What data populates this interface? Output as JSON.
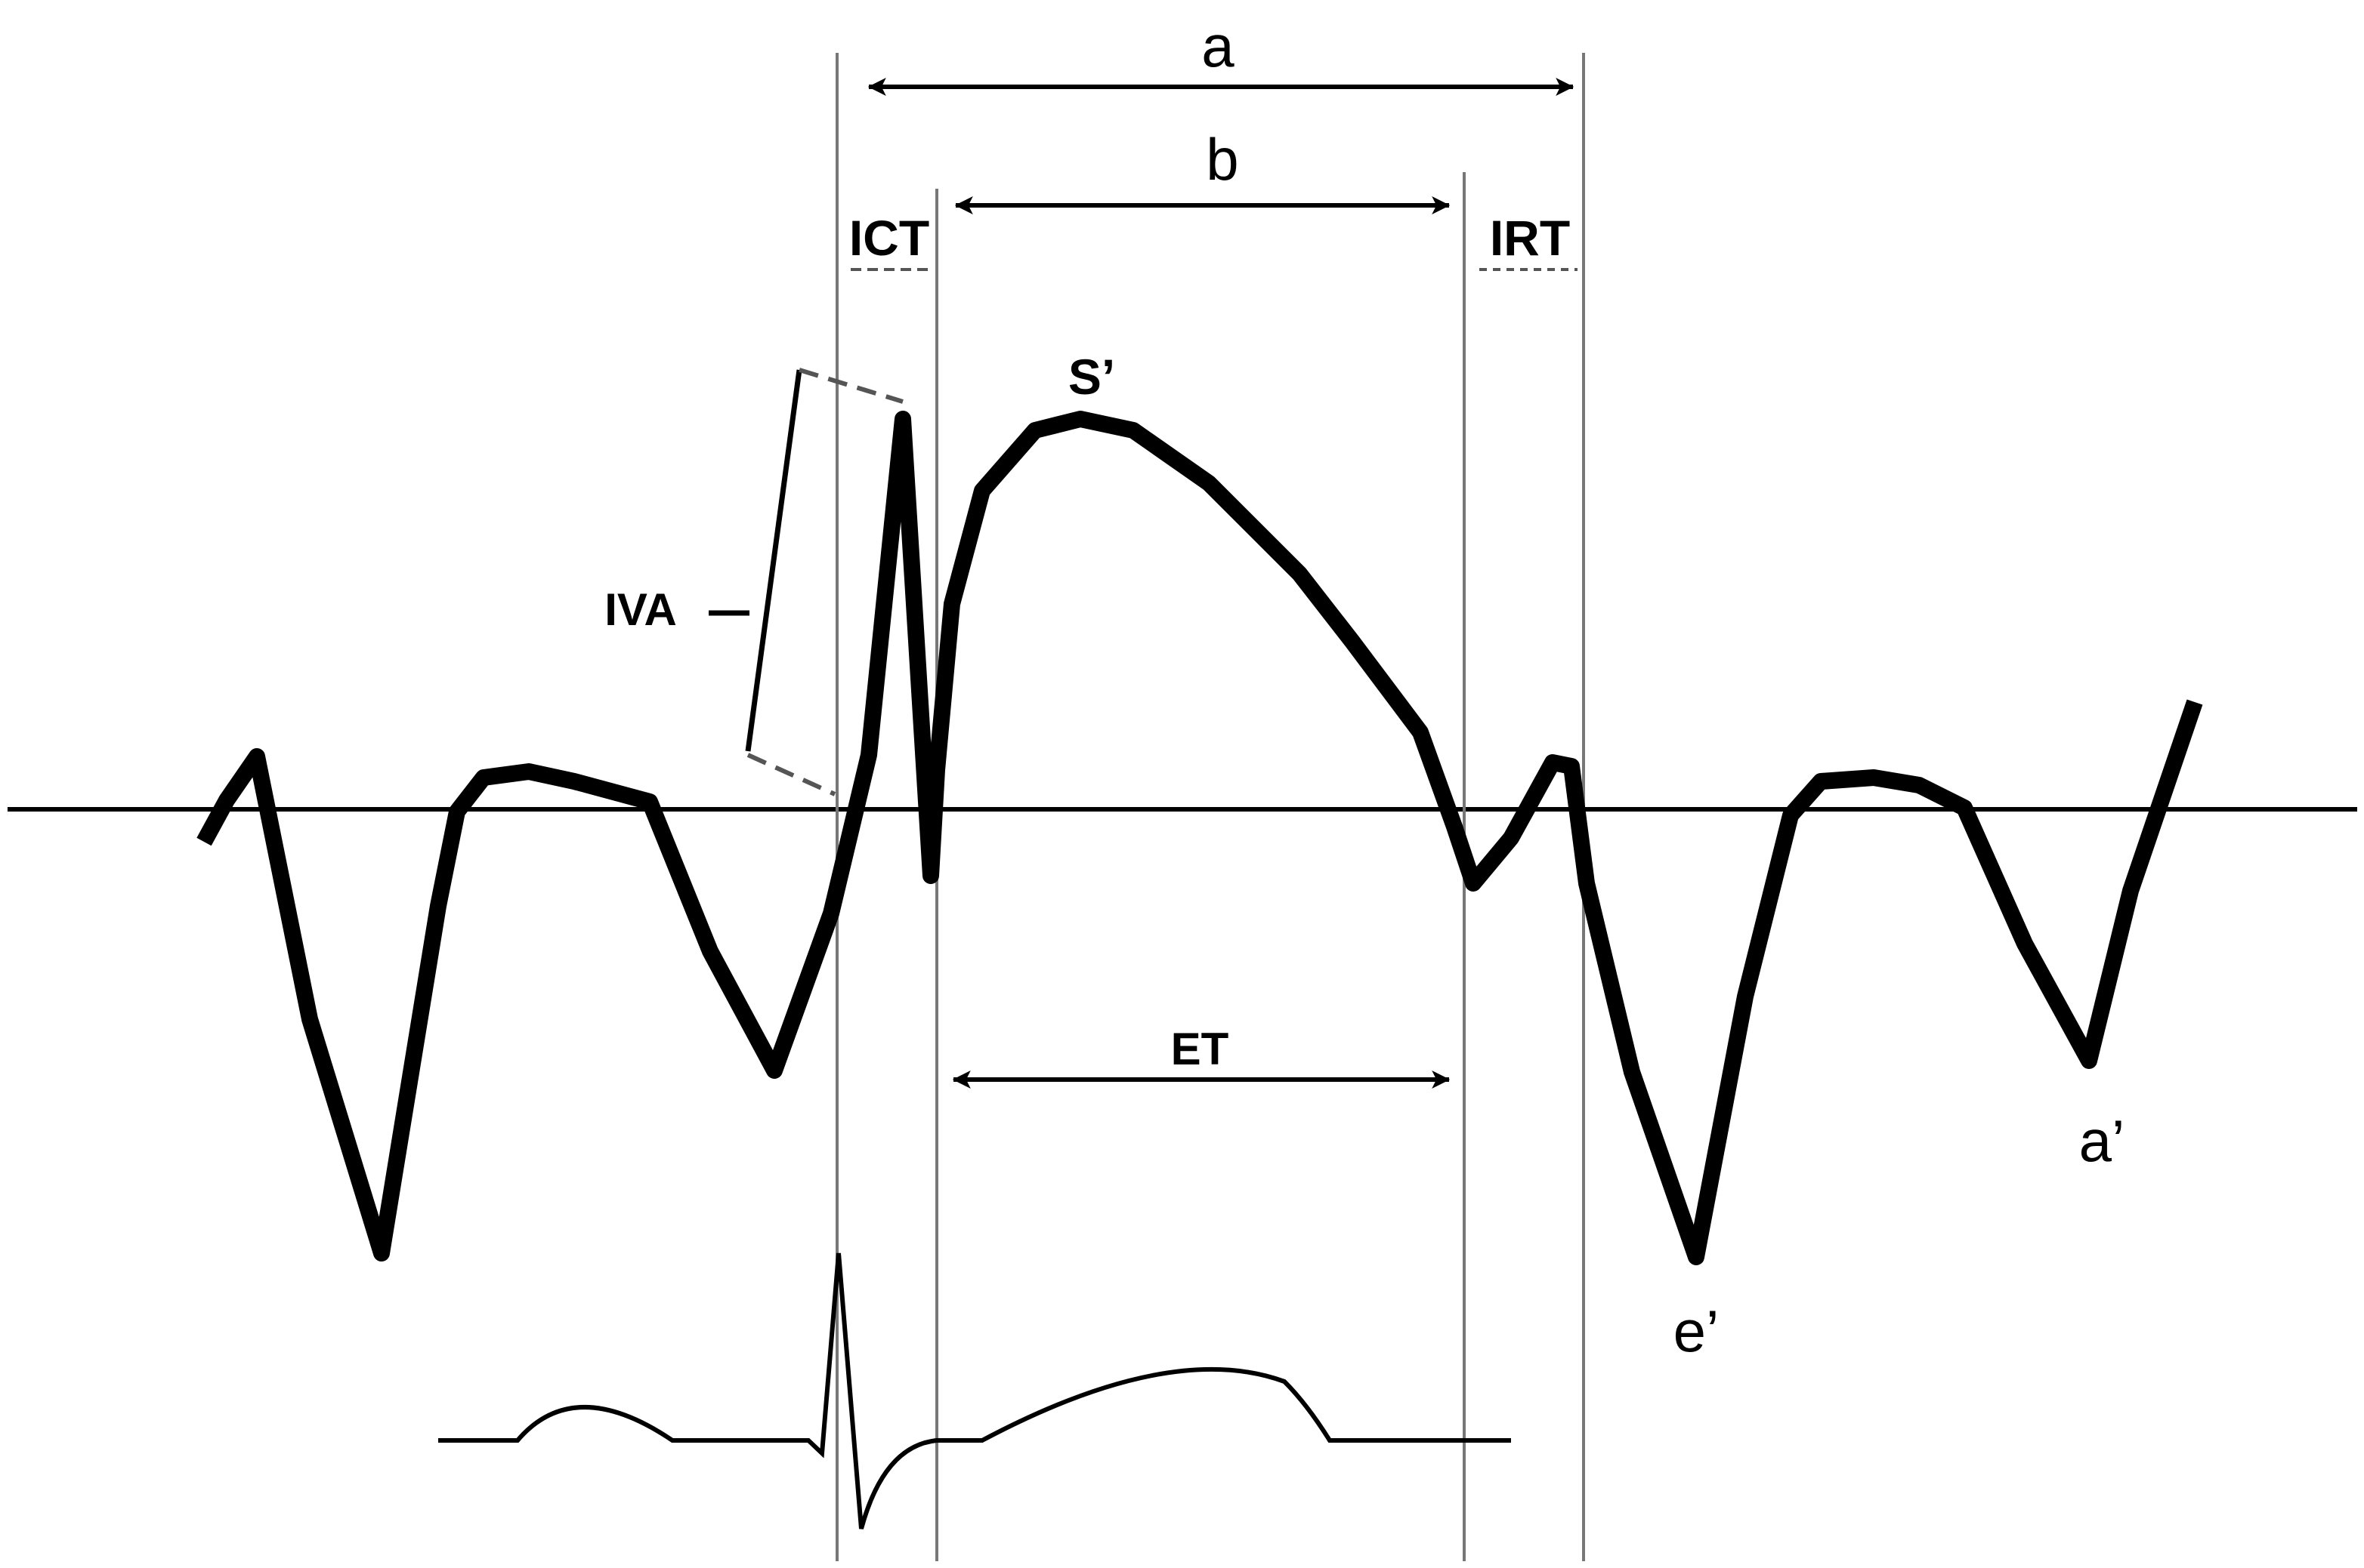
{
  "labels": {
    "a": "a",
    "b": "b",
    "ict": "ICT",
    "irt": "IRT",
    "s_prime": "S’",
    "iva": "IVA",
    "et": "ET",
    "e_prime": "e’",
    "a_prime": "a’"
  },
  "colors": {
    "ink": "#000000",
    "guide": "#777777",
    "dashed": "#555555",
    "background": "#ffffff"
  }
}
